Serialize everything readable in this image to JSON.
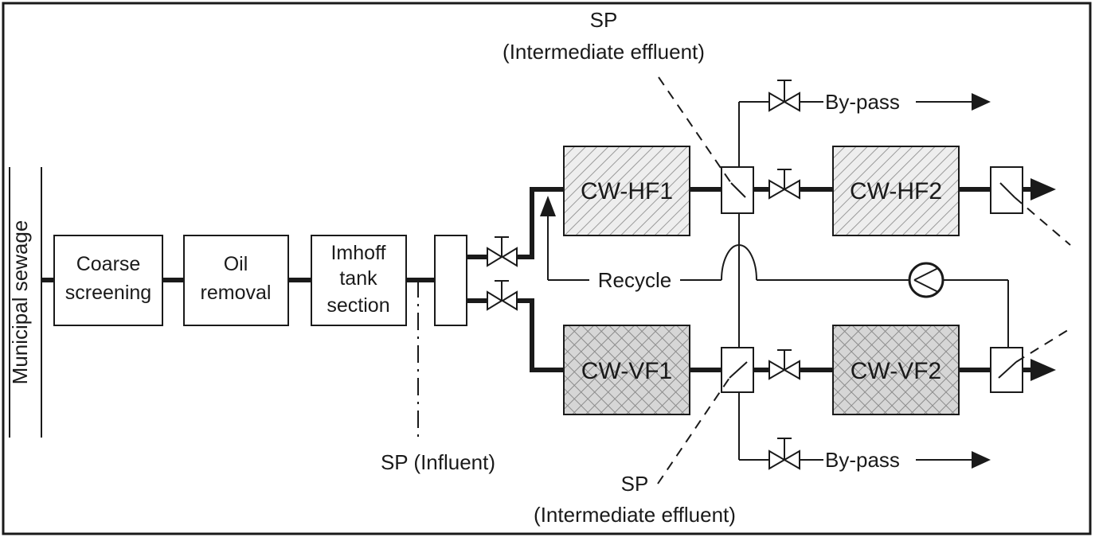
{
  "diagram": {
    "source_label": "Municipal sewage",
    "blocks": {
      "coarse": {
        "line1": "Coarse",
        "line2": "screening"
      },
      "oil": {
        "line1": "Oil",
        "line2": "removal"
      },
      "imhoff": {
        "line1": "Imhoff",
        "line2": "tank",
        "line3": "section"
      }
    },
    "wetlands": {
      "hf1": "CW-HF1",
      "hf2": "CW-HF2",
      "vf1": "CW-VF1",
      "vf2": "CW-VF2"
    },
    "labels": {
      "sp_top_line1": "SP",
      "sp_top_line2": "(Intermediate effluent)",
      "sp_bottom_line1": "SP",
      "sp_bottom_line2": "(Intermediate effluent)",
      "sp_influent": "SP (Influent)",
      "bypass_top": "By-pass",
      "bypass_bottom": "By-pass",
      "recycle": "Recycle"
    }
  }
}
